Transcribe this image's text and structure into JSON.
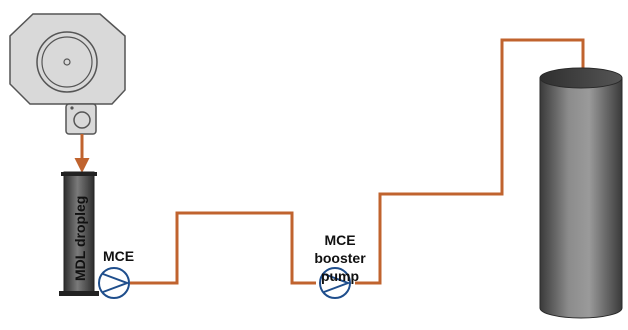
{
  "labels": {
    "dropleg": "MDL dropleg",
    "pump1": "MCE",
    "pump2_line1": "MCE",
    "pump2_line2": "booster",
    "pump2_line3": "pump"
  },
  "colors": {
    "pipe": "#c0632e",
    "mill_body": "#d9d9d9",
    "outline": "#555555",
    "dropleg_dark": "#3a3a3a",
    "dropleg_mid": "#6e6e6e",
    "tank_dark": "#3c3c3c",
    "tank_light": "#8f8f8f",
    "pump_ring": "#1f4e8c"
  },
  "icons": {
    "mill": "grinding-mill-icon",
    "pump": "centrifugal-pump-icon",
    "tank": "cylindrical-tank-icon"
  }
}
